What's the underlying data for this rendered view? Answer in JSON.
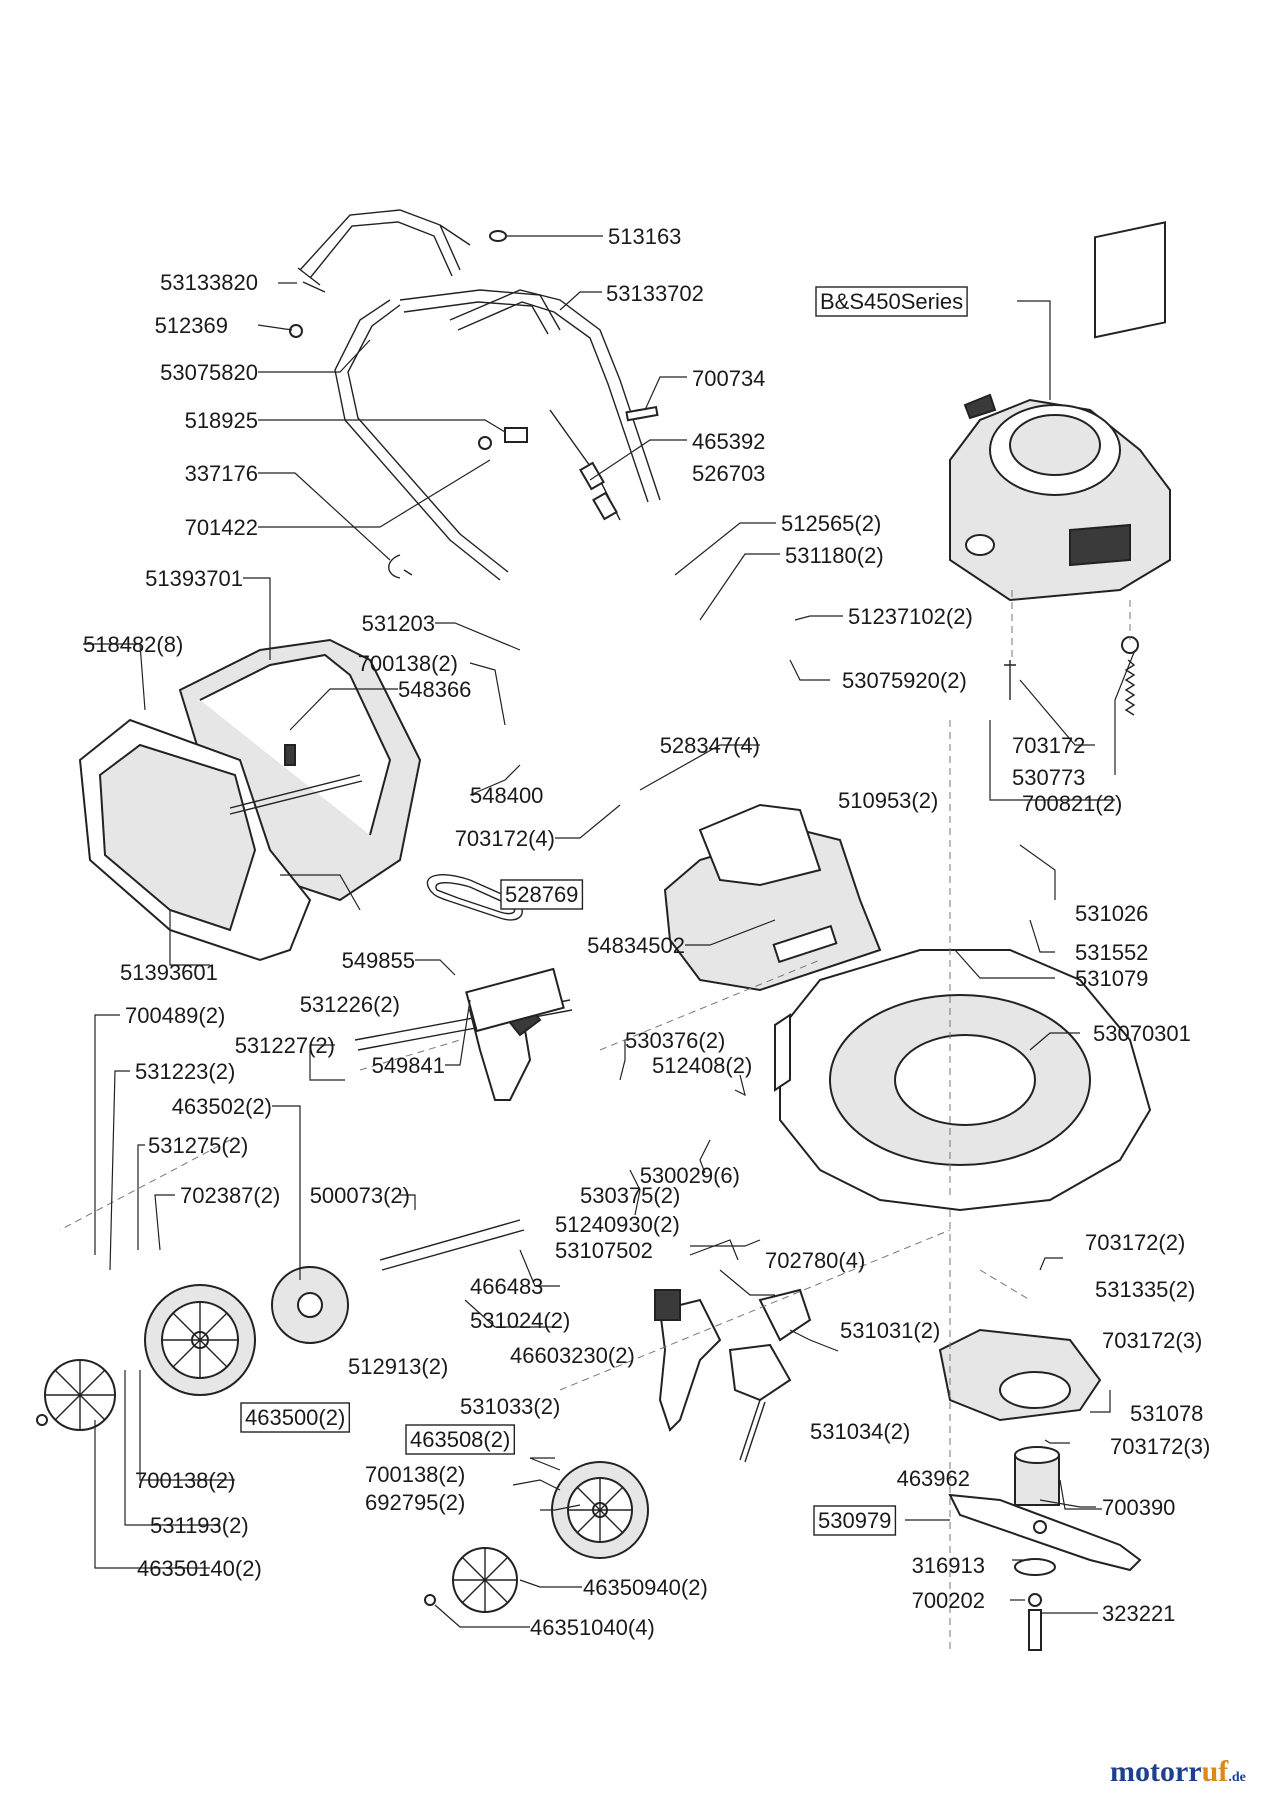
{
  "labels": [
    {
      "id": "513163",
      "text": "513163"
    },
    {
      "id": "53133820",
      "text": "53133820"
    },
    {
      "id": "53133702",
      "text": "53133702"
    },
    {
      "id": "engine-series",
      "text": "B&S450Series"
    },
    {
      "id": "512369",
      "text": "512369"
    },
    {
      "id": "53075820",
      "text": "53075820"
    },
    {
      "id": "700734",
      "text": "700734"
    },
    {
      "id": "518925",
      "text": "518925"
    },
    {
      "id": "465392",
      "text": "465392"
    },
    {
      "id": "337176",
      "text": "337176"
    },
    {
      "id": "526703",
      "text": "526703"
    },
    {
      "id": "701422",
      "text": "701422"
    },
    {
      "id": "512565",
      "text": "512565(2)"
    },
    {
      "id": "531180",
      "text": "531180(2)"
    },
    {
      "id": "51393701",
      "text": "51393701"
    },
    {
      "id": "51237102",
      "text": "51237102(2)"
    },
    {
      "id": "531203",
      "text": "531203"
    },
    {
      "id": "518482",
      "text": "518482(8)"
    },
    {
      "id": "700138-a",
      "text": "700138(2)"
    },
    {
      "id": "548366",
      "text": "548366"
    },
    {
      "id": "53075920",
      "text": "53075920(2)"
    },
    {
      "id": "703172-engine",
      "text": "703172"
    },
    {
      "id": "528347",
      "text": "528347(4)"
    },
    {
      "id": "530773",
      "text": "530773"
    },
    {
      "id": "548400",
      "text": "548400"
    },
    {
      "id": "510953",
      "text": "510953(2)"
    },
    {
      "id": "700821",
      "text": "700821(2)"
    },
    {
      "id": "703172-4",
      "text": "703172(4)"
    },
    {
      "id": "528769",
      "text": "528769"
    },
    {
      "id": "531026",
      "text": "531026"
    },
    {
      "id": "54834502",
      "text": "54834502"
    },
    {
      "id": "531552",
      "text": "531552"
    },
    {
      "id": "549855",
      "text": "549855"
    },
    {
      "id": "51393601",
      "text": "51393601"
    },
    {
      "id": "531079",
      "text": "531079"
    },
    {
      "id": "531226",
      "text": "531226(2)"
    },
    {
      "id": "700489",
      "text": "700489(2)"
    },
    {
      "id": "530376",
      "text": "530376(2)"
    },
    {
      "id": "531227",
      "text": "531227(2)"
    },
    {
      "id": "53070301",
      "text": "53070301"
    },
    {
      "id": "549841",
      "text": "549841"
    },
    {
      "id": "512408",
      "text": "512408(2)"
    },
    {
      "id": "531223",
      "text": "531223(2)"
    },
    {
      "id": "463502",
      "text": "463502(2)"
    },
    {
      "id": "531275",
      "text": "531275(2)"
    },
    {
      "id": "530029",
      "text": "530029(6)"
    },
    {
      "id": "702387",
      "text": "702387(2)"
    },
    {
      "id": "500073",
      "text": "500073(2)"
    },
    {
      "id": "530375",
      "text": "530375(2)"
    },
    {
      "id": "51240930",
      "text": "51240930(2)"
    },
    {
      "id": "703172-2",
      "text": "703172(2)"
    },
    {
      "id": "53107502",
      "text": "53107502"
    },
    {
      "id": "702780",
      "text": "702780(4)"
    },
    {
      "id": "466483",
      "text": "466483"
    },
    {
      "id": "531335",
      "text": "531335(2)"
    },
    {
      "id": "531024",
      "text": "531024(2)"
    },
    {
      "id": "531031",
      "text": "531031(2)"
    },
    {
      "id": "703172-3a",
      "text": "703172(3)"
    },
    {
      "id": "46603230",
      "text": "46603230(2)"
    },
    {
      "id": "512913",
      "text": "512913(2)"
    },
    {
      "id": "531078",
      "text": "531078"
    },
    {
      "id": "531033",
      "text": "531033(2)"
    },
    {
      "id": "531034",
      "text": "531034(2)"
    },
    {
      "id": "463500",
      "text": "463500(2)"
    },
    {
      "id": "703172-3b",
      "text": "703172(3)"
    },
    {
      "id": "463508",
      "text": "463508(2)"
    },
    {
      "id": "700138-b",
      "text": "700138(2)"
    },
    {
      "id": "463962",
      "text": "463962"
    },
    {
      "id": "700138-c",
      "text": "700138(2)"
    },
    {
      "id": "692795",
      "text": "692795(2)"
    },
    {
      "id": "700390",
      "text": "700390"
    },
    {
      "id": "530979",
      "text": "530979"
    },
    {
      "id": "531193",
      "text": "531193(2)"
    },
    {
      "id": "316913",
      "text": "316913"
    },
    {
      "id": "46350140",
      "text": "46350140(2)"
    },
    {
      "id": "46350940",
      "text": "46350940(2)"
    },
    {
      "id": "700202",
      "text": "700202"
    },
    {
      "id": "323221",
      "text": "323221"
    },
    {
      "id": "46351040",
      "text": "46351040(4)"
    }
  ],
  "watermark": {
    "main": "motor",
    "accent": "uf",
    "tld": ".de",
    "prefix_mid": "r"
  }
}
